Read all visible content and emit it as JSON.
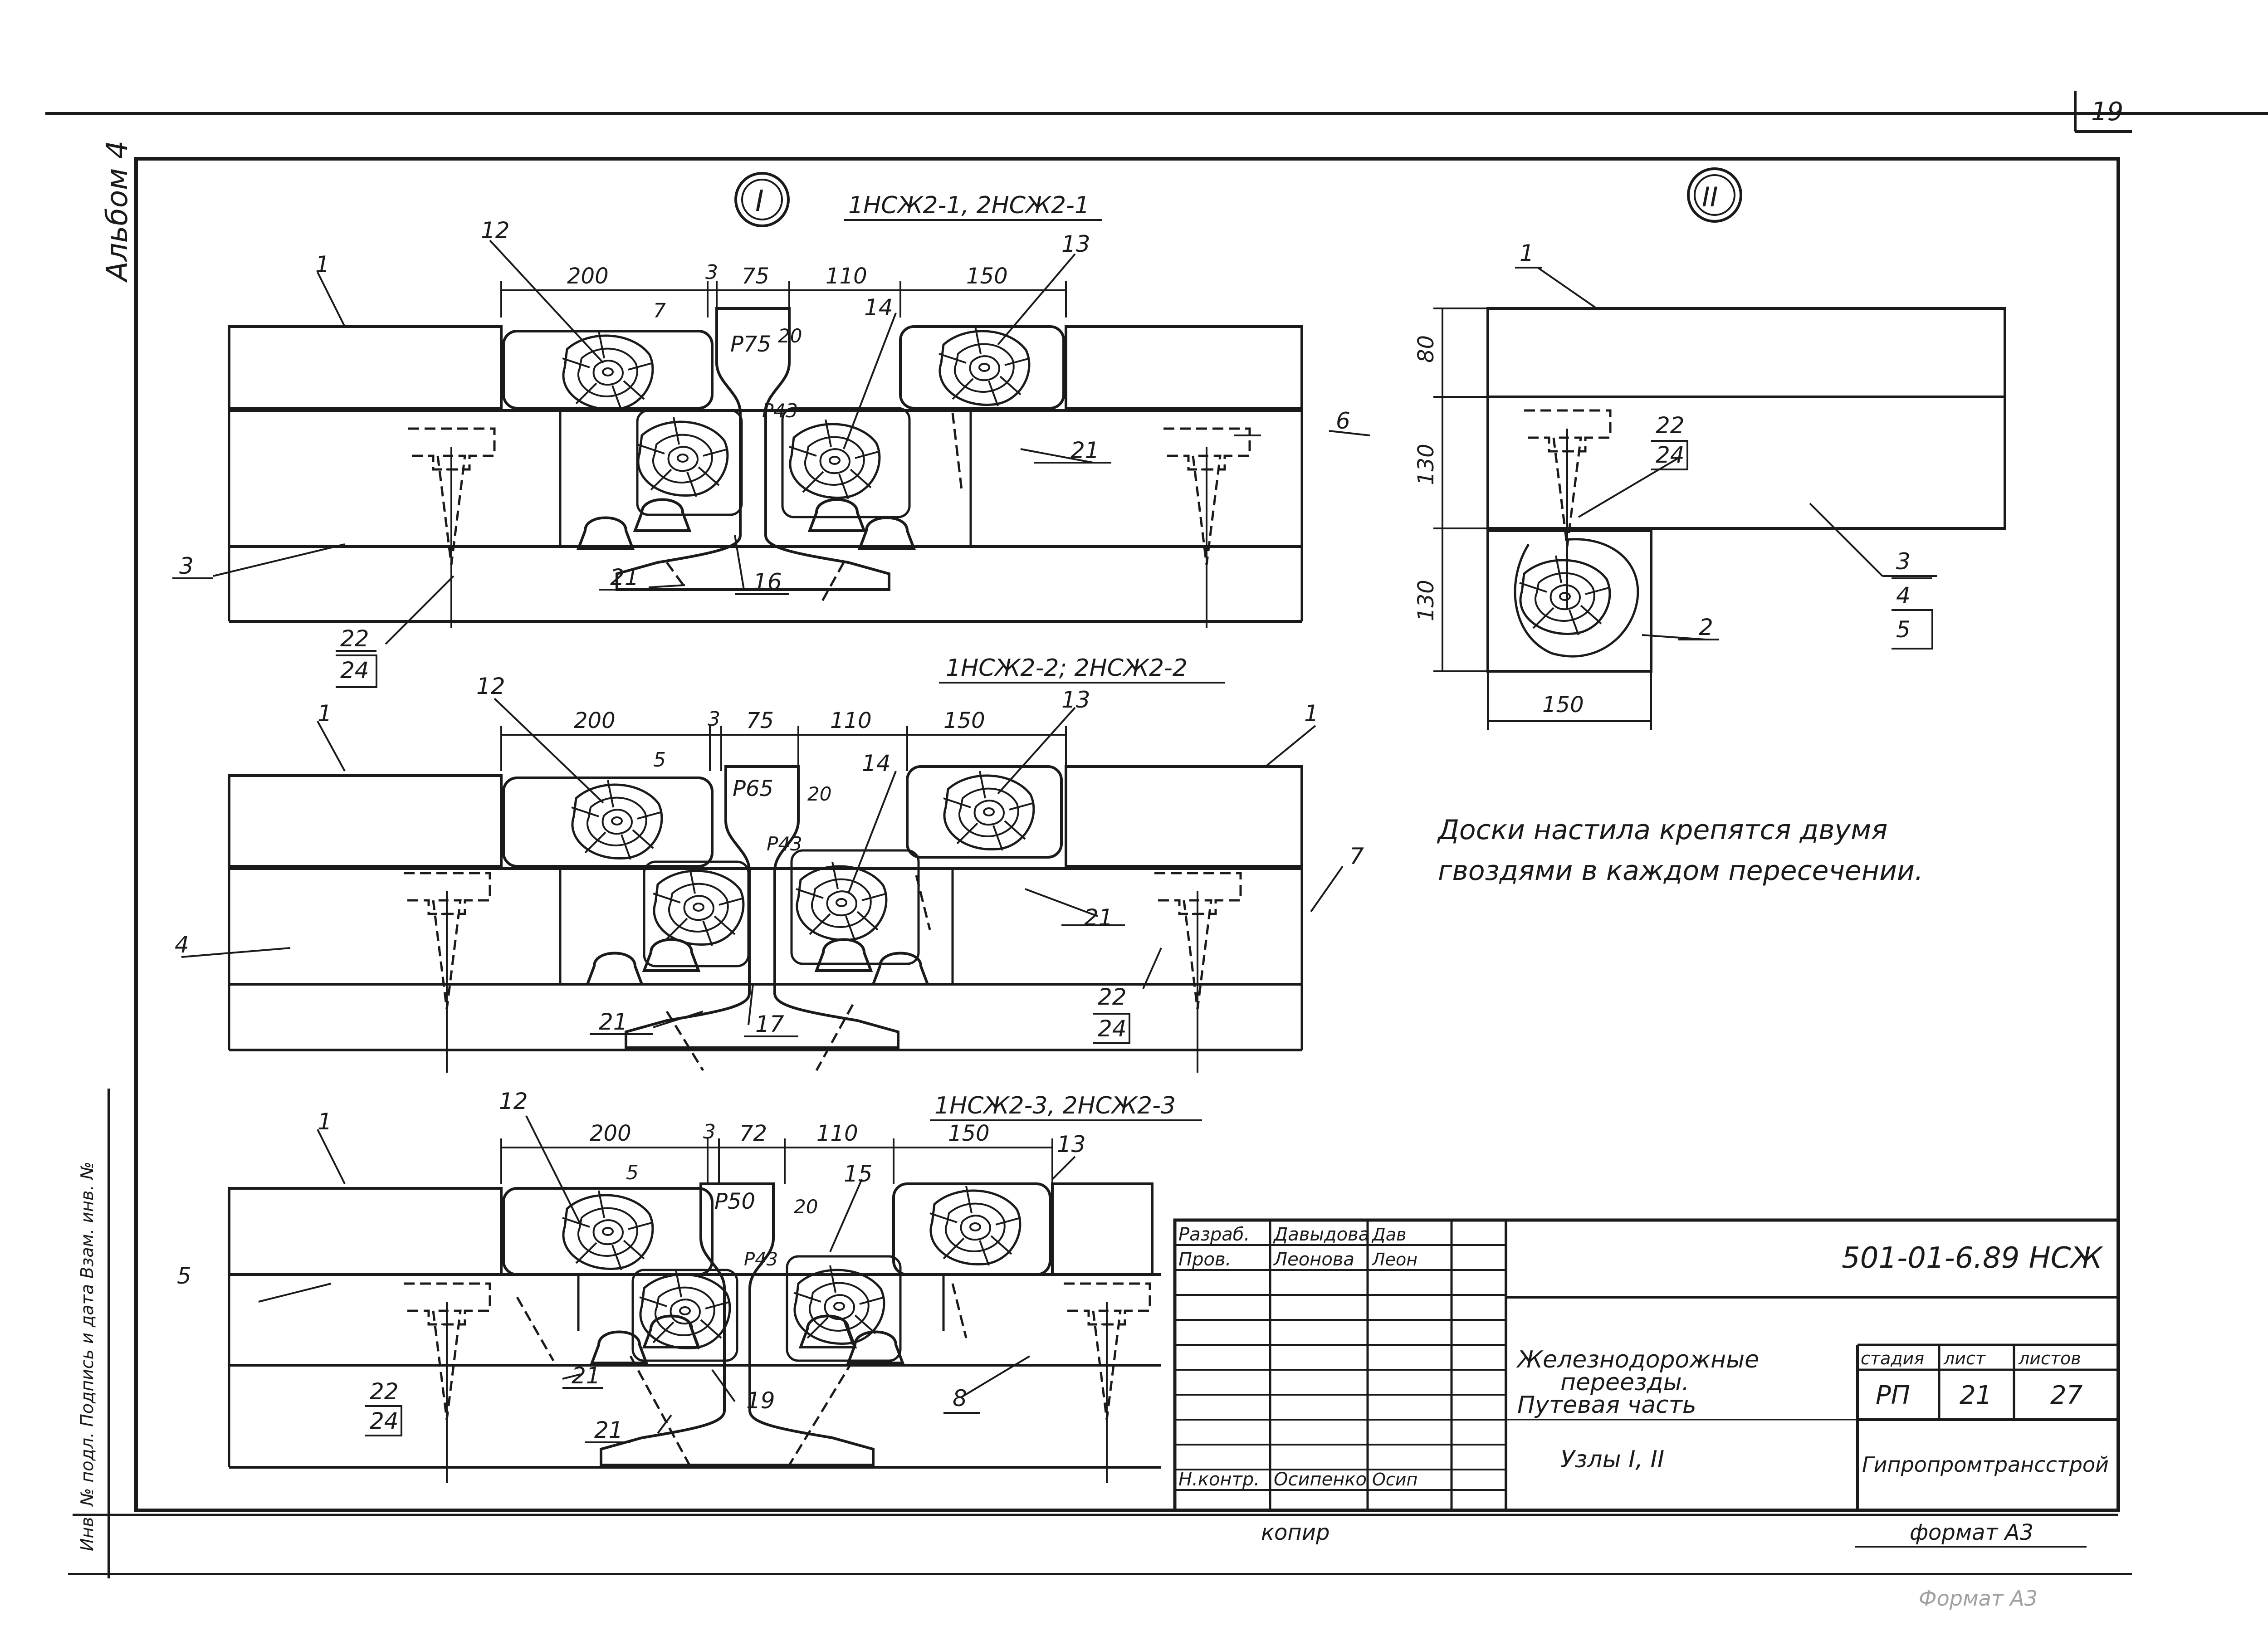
{
  "sheet": {
    "page_number": "19",
    "album": "Альбом 4",
    "side_stamp": "Инв. № подл.   Подпись и дата   Взам. инв. №",
    "note_line1": "Доски настила крепятся двумя",
    "note_line2": "гвоздями в каждом пересечении.",
    "copied_by": "копир",
    "format": "формат А3",
    "format_faded": "Формат А3"
  },
  "node1": {
    "marker": "I",
    "variants": [
      {
        "title": "1НСЖ2-1, 2НСЖ2-1",
        "rail": "Р75",
        "rail_small": "Р43",
        "dims": [
          "200",
          "3",
          "75",
          "110",
          "150"
        ],
        "d_small": "7",
        "d_flange": "20",
        "refs": {
          "plank": "1",
          "block_l": "12",
          "block_r": "13",
          "block_in": "14",
          "beam_l": "3",
          "beam_r": "6",
          "wedge_a": "21",
          "wedge_b": "21",
          "fill": "16",
          "nail_num": "22",
          "nail_den": "24"
        }
      },
      {
        "title": "1НСЖ2-2; 2НСЖ2-2",
        "rail": "Р65",
        "rail_small": "Р43",
        "dims": [
          "200",
          "3",
          "75",
          "110",
          "150"
        ],
        "d_small": "5",
        "d_flange": "20",
        "refs": {
          "plank": "1",
          "plank_r": "1",
          "block_l": "12",
          "block_r": "13",
          "block_in": "14",
          "beam_l": "4",
          "beam_r": "7",
          "wedge_a": "21",
          "wedge_b": "21",
          "fill": "17",
          "nail_num": "22",
          "nail_den": "24"
        }
      },
      {
        "title": "1НСЖ2-3, 2НСЖ2-3",
        "rail": "Р50",
        "rail_small": "Р43",
        "dims": [
          "200",
          "3",
          "72",
          "110",
          "150"
        ],
        "d_small": "5",
        "d_flange": "20",
        "refs": {
          "plank": "1",
          "block_l": "12",
          "block_r": "13",
          "block_in": "15",
          "beam_l": "5",
          "beam_r": "8",
          "wedge_a": "21",
          "wedge_b": "21",
          "fill": "19",
          "nail_num": "22",
          "nail_den": "24"
        }
      }
    ]
  },
  "node2": {
    "marker": "II",
    "dims": {
      "plank_h": "80",
      "beam_h": "130",
      "sleeper_h": "130",
      "sleeper_w": "150"
    },
    "refs": {
      "plank": "1",
      "nail_num": "22",
      "nail_den": "24",
      "sleeper": "2",
      "beam_a": "3",
      "beam_b": "4",
      "beam_c": "5"
    }
  },
  "title_block": {
    "doc_code": "501-01-6.89 НСЖ",
    "title_lines": [
      "Железнодорожные",
      "переезды.",
      "Путевая   часть"
    ],
    "subtitle": "Узлы I, II",
    "org": "Гипропромтрансстрой",
    "stage_label": "стадия",
    "sheet_label": "лист",
    "sheets_label": "листов",
    "stage": "РП",
    "sheet": "21",
    "sheets": "27",
    "roles": [
      {
        "role": "Разраб.",
        "name": "Давыдова",
        "sign": "Дав"
      },
      {
        "role": "Пров.",
        "name": "Леонова",
        "sign": "Леон"
      },
      {
        "role": "Н.контр.",
        "name": "Осипенко",
        "sign": "Осип"
      }
    ]
  }
}
